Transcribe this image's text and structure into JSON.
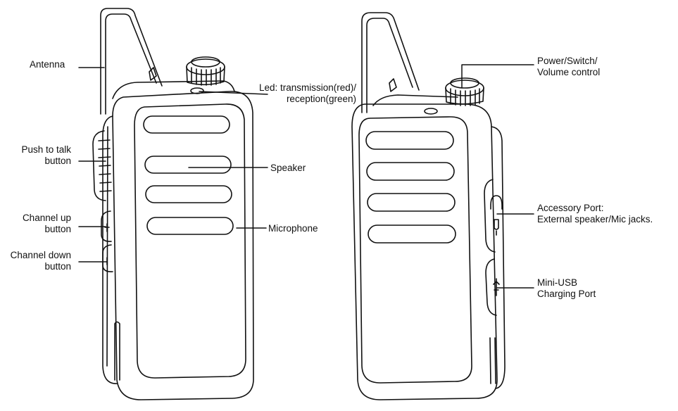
{
  "labels": {
    "antenna": "Antenna",
    "push_to_talk": [
      "Push to talk",
      "button"
    ],
    "channel_up": [
      "Channel up",
      "button"
    ],
    "channel_down": [
      "Channel down",
      "button"
    ],
    "led": [
      "Led: transmission(red)/",
      "reception(green)"
    ],
    "speaker": "Speaker",
    "microphone": "Microphone",
    "power": [
      "Power/Switch/",
      "Volume control"
    ],
    "accessory": [
      "Accessory Port:",
      "External speaker/Mic jacks."
    ],
    "usb": [
      "Mini-USB",
      "Charging Port"
    ]
  },
  "icons": [
    "plus-icon",
    "minus-icon",
    "headphone-icon",
    "microphone-icon",
    "usb-icon"
  ],
  "colors": {
    "ink": "#111111",
    "background": "#ffffff"
  }
}
